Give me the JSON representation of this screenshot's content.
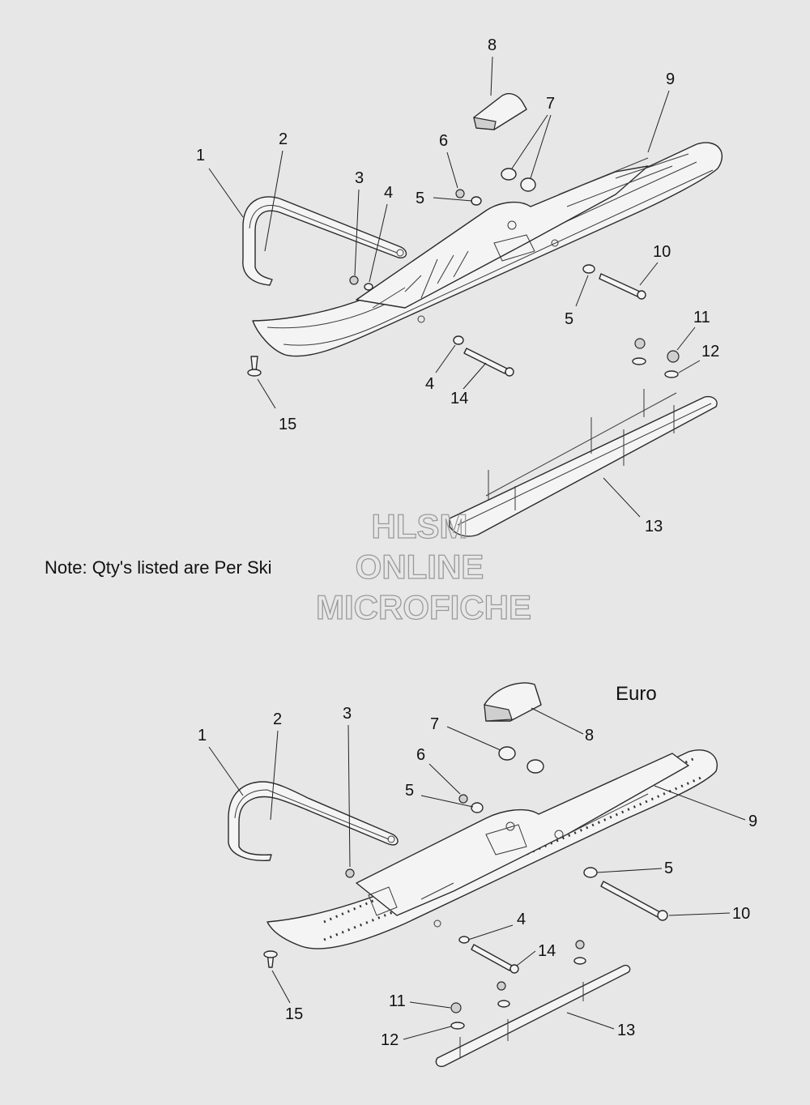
{
  "note": "Note: Qty's listed are Per Ski",
  "euro_label": "Euro",
  "watermark": {
    "line1": "HLSM",
    "line2": "ONLINE",
    "line3": "MICROFICHE"
  },
  "top_callouts": {
    "p1": "1",
    "p2": "2",
    "p3": "3",
    "p4a": "4",
    "p4b": "4",
    "p5a": "5",
    "p5b": "5",
    "p6": "6",
    "p7": "7",
    "p8": "8",
    "p9": "9",
    "p10": "10",
    "p11": "11",
    "p12": "12",
    "p13": "13",
    "p14": "14",
    "p15": "15"
  },
  "bottom_callouts": {
    "p1": "1",
    "p2": "2",
    "p3": "3",
    "p4": "4",
    "p5a": "5",
    "p5b": "5",
    "p6": "6",
    "p7": "7",
    "p8": "8",
    "p9": "9",
    "p10": "10",
    "p11": "11",
    "p12": "12",
    "p13": "13",
    "p14": "14",
    "p15": "15"
  }
}
